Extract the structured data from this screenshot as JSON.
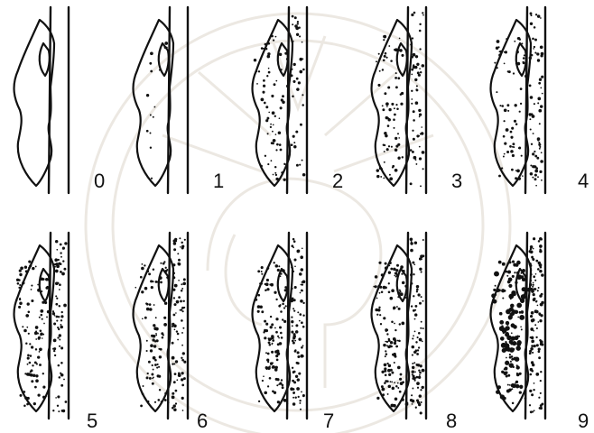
{
  "figure": {
    "background_color": "#ffffff",
    "ink_color": "#111111",
    "watermark_color": "#ece8e2",
    "watermark_content": "faint circular seal with an elephant emblem behind the drawings",
    "panels": [
      {
        "label": "0",
        "pod_speckle_level": 0.0,
        "stem_speckle_level": 0.0
      },
      {
        "label": "1",
        "pod_speckle_level": 0.1,
        "stem_speckle_level": 0.0
      },
      {
        "label": "2",
        "pod_speckle_level": 0.45,
        "stem_speckle_level": 0.35
      },
      {
        "label": "3",
        "pod_speckle_level": 0.5,
        "stem_speckle_level": 0.5
      },
      {
        "label": "4",
        "pod_speckle_level": 0.45,
        "stem_speckle_level": 0.6
      },
      {
        "label": "5",
        "pod_speckle_level": 0.7,
        "stem_speckle_level": 0.65
      },
      {
        "label": "6",
        "pod_speckle_level": 0.6,
        "stem_speckle_level": 0.7
      },
      {
        "label": "7",
        "pod_speckle_level": 0.75,
        "stem_speckle_level": 0.75
      },
      {
        "label": "8",
        "pod_speckle_level": 0.85,
        "stem_speckle_level": 0.8
      },
      {
        "label": "9",
        "pod_speckle_level": 1.0,
        "stem_speckle_level": 1.0
      }
    ]
  }
}
